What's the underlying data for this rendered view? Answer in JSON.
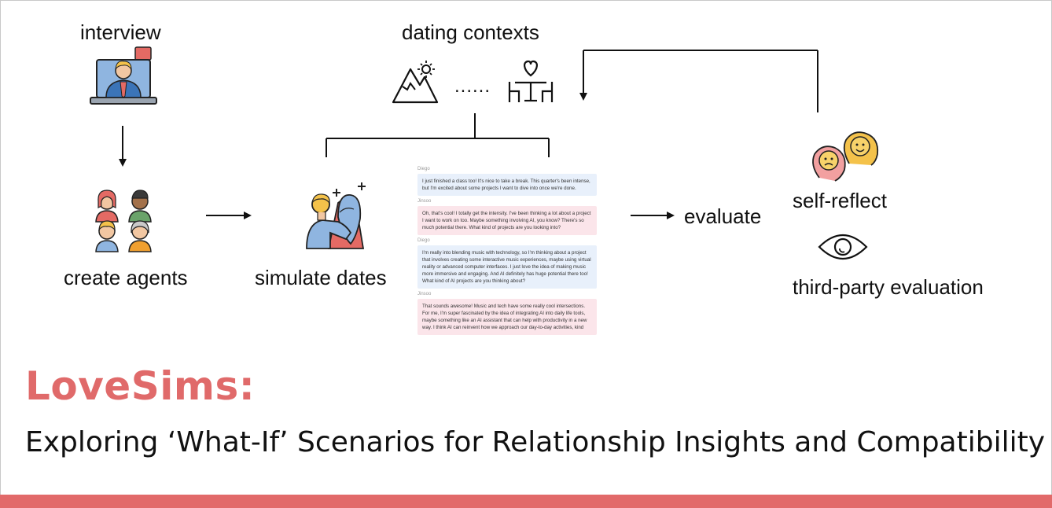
{
  "labels": {
    "interview": "interview",
    "dating_contexts": "dating contexts",
    "ellipsis": "......",
    "create_agents": "create agents",
    "simulate_dates": "simulate dates",
    "evaluate": "evaluate",
    "self_reflect": "self-reflect",
    "third_party": "third-party evaluation"
  },
  "chat": [
    {
      "speaker": "Diego",
      "side": "a",
      "text": "I just finished a class too! It's nice to take a break. This quarter's been intense, but I'm excited about some projects I want to dive into once we're done."
    },
    {
      "speaker": "Jinsoo",
      "side": "b",
      "text": "Oh, that's cool! I totally get the intensity. I've been thinking a lot about a project I want to work on too. Maybe something involving AI, you know? There's so much potential there. What kind of projects are you looking into?"
    },
    {
      "speaker": "Diego",
      "side": "a",
      "text": "I'm really into blending music with technology, so I'm thinking about a project that involves creating some interactive music experiences, maybe using virtual reality or advanced computer interfaces. I just love the idea of making music more immersive and engaging. And AI definitely has huge potential there too! What kind of AI projects are you thinking about?"
    },
    {
      "speaker": "Jinsoo",
      "side": "b",
      "text": "That sounds awesome! Music and tech have some really cool intersections. For me, I'm super fascinated by the idea of integrating AI into daily life tools, maybe something like an AI assistant that can help with productivity in a new way. I think AI can reinvent how we approach our day-to-day activities, kind"
    }
  ],
  "title": "LoveSims:",
  "subtitle": "Exploring ‘What-If’ Scenarios for Relationship Insights and Compatibility",
  "colors": {
    "accent": "#e26a6a",
    "title": "#e06a6a",
    "chat_blue": "#e8f0fb",
    "chat_pink": "#fbe5ea"
  },
  "icons": [
    "interview-laptop-icon",
    "mountain-icon",
    "dinner-table-heart-icon",
    "group-agents-icon",
    "couple-icon",
    "faces-reflect-icon",
    "eye-icon"
  ]
}
